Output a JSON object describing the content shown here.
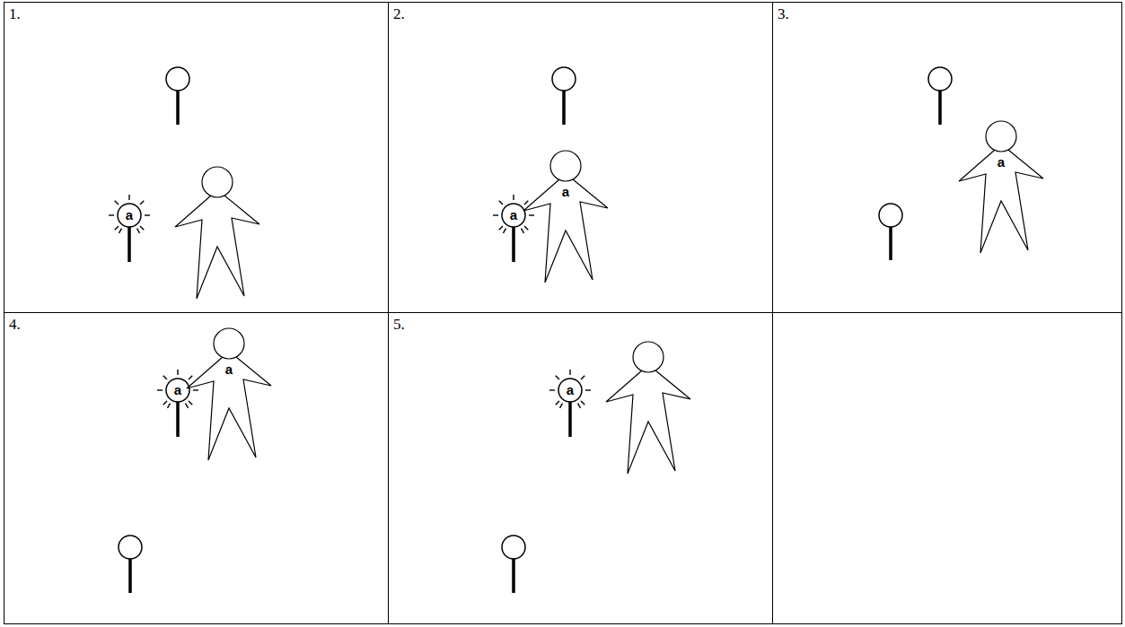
{
  "diagram": {
    "nodes": [
      {
        "text": [
          "1."
        ]
      },
      {
        "text": [
          "a"
        ],
        "in": 0
      },
      {
        "text": [
          "2."
        ]
      },
      {
        "text": [
          "a"
        ],
        "in": 2
      },
      {
        "text": [
          "a"
        ],
        "in": 2
      },
      {
        "text": [
          "3."
        ]
      },
      {
        "text": [
          "a"
        ],
        "in": 5
      },
      {
        "text": [
          "4."
        ]
      },
      {
        "text": [
          "a"
        ],
        "in": 7
      },
      {
        "text": [
          "a"
        ],
        "in": 7
      },
      {
        "text": [
          "5."
        ]
      },
      {
        "text": [
          "a"
        ],
        "in": 10
      }
    ]
  }
}
